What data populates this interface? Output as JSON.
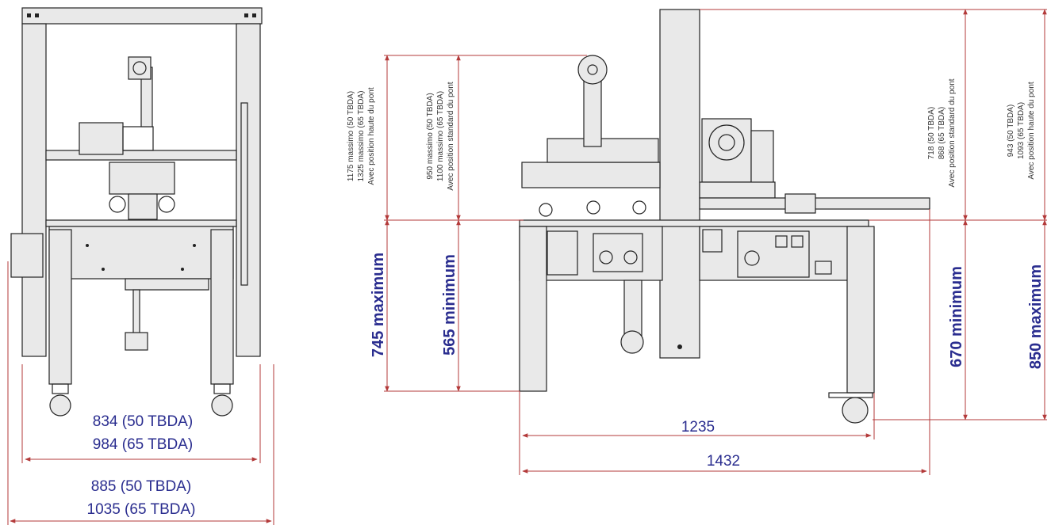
{
  "colors": {
    "dimension_line": "#b33a3a",
    "dimension_text": "#2a2d8f",
    "machine_outline": "#222222",
    "machine_fill": "#e9e9e9"
  },
  "front_view": {
    "inner_width": [
      "834 (50 TBDA)",
      "984 (65 TBDA)"
    ],
    "outer_width": [
      "885 (50 TBDA)",
      "1035 (65 TBDA)"
    ]
  },
  "side_view": {
    "left_height_max": "745 maximum",
    "left_height_min": "565 minimum",
    "left_upper_max": [
      "1175 massimo (50 TBDA)",
      "1325 massimo (65 TBDA)",
      "Avec position haute du pont"
    ],
    "left_upper_std": [
      "950 massimo (50 TBDA)",
      "1100 massimo (65 TBDA)",
      "Avec position standard du pont"
    ],
    "right_height_min": "670 minimum",
    "right_height_max": "850 maximum",
    "right_upper_std": [
      "718 (50 TBDA)",
      "868 (65 TBDA)",
      "Avec position standard du pont"
    ],
    "right_upper_max": [
      "943 (50 TBDA)",
      "1093 (65 TBDA)",
      "Avec position haute du pont"
    ],
    "length_legs": "1235",
    "length_total": "1432"
  }
}
